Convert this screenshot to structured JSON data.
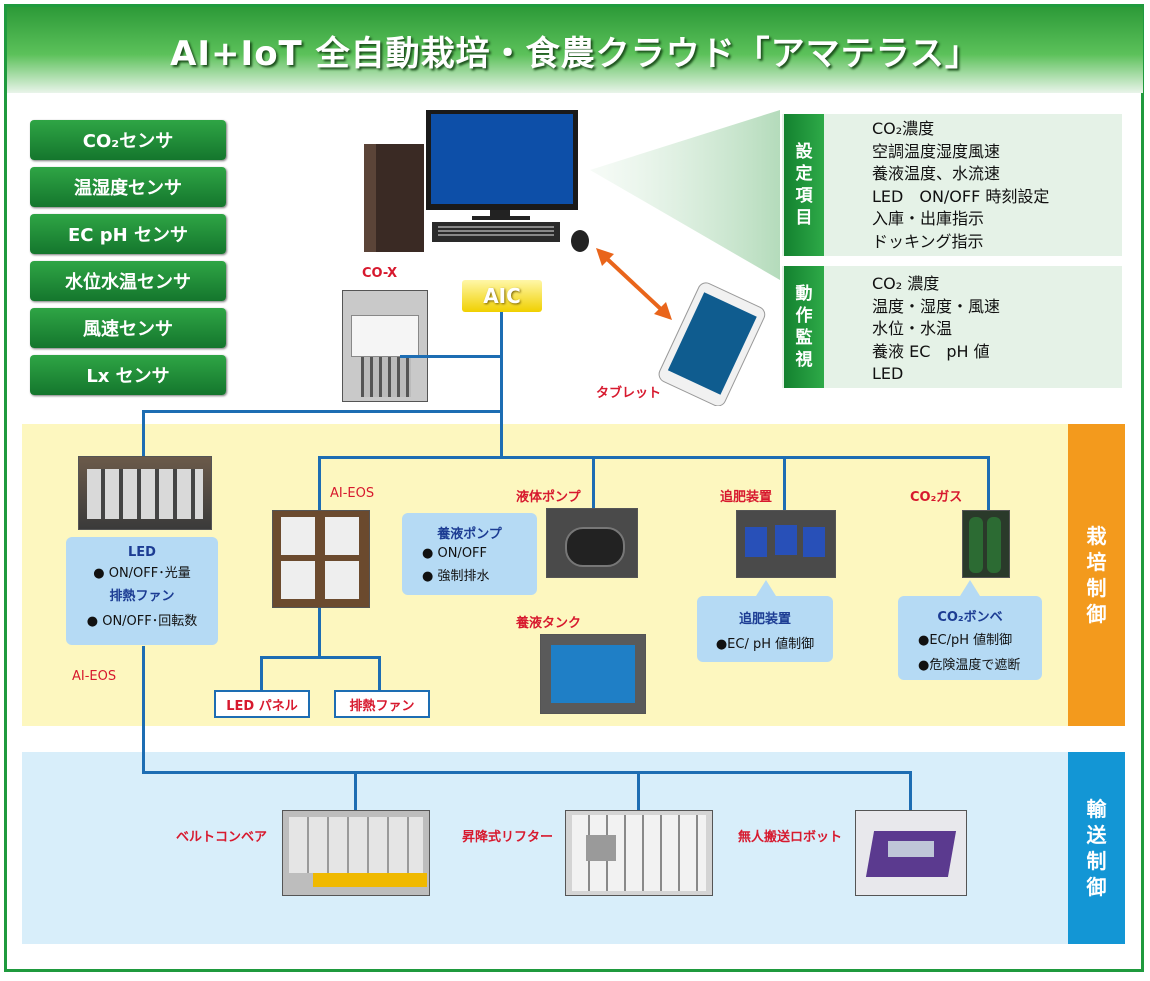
{
  "title": "AI+IoT 全自動栽培・食農クラウド「アマテラス」",
  "sensors": [
    {
      "label": "CO₂センサ"
    },
    {
      "label": "温湿度センサ"
    },
    {
      "label": "EC pH センサ"
    },
    {
      "label": "水位水温センサ"
    },
    {
      "label": "風速センサ"
    },
    {
      "label": "Lx センサ"
    }
  ],
  "settings": {
    "heading": [
      "設",
      "定",
      "項",
      "目"
    ],
    "items": [
      "CO₂濃度",
      "空調温度湿度風速",
      "養液温度、水流速",
      "LED　ON/OFF 時刻設定",
      "入庫・出庫指示",
      "ドッキング指示"
    ]
  },
  "monitoring": {
    "heading": [
      "動",
      "作",
      "監",
      "視"
    ],
    "items": [
      "CO₂ 濃度",
      "温度・湿度・風速",
      "水位・水温",
      "養液 EC　pH 値",
      "LED"
    ]
  },
  "aic": "AIC",
  "cox": "CO-X",
  "tablet": "タブレット",
  "cultivation": {
    "heading": [
      "栽",
      "培",
      "制",
      "御"
    ],
    "led_box": {
      "title1": "LED",
      "line1": "● ON/OFF･光量",
      "title2": "排熱ファン",
      "line2": "● ON/OFF･回転数"
    },
    "aieos_left": "AI-EOS",
    "aieos": "AI-EOS",
    "led_panel": "LED パネル",
    "exhaust_fan": "排熱ファン",
    "liquid_pump": "液体ポンプ",
    "pump_box": {
      "title": "養液ポンプ",
      "line1": "● ON/OFF",
      "line2": "● 強制排水"
    },
    "tank": "養液タンク",
    "fertilizer": "追肥装置",
    "fertilizer_box": {
      "title": "追肥装置",
      "line1": "●EC/ pH 値制御"
    },
    "co2gas": "CO₂ガス",
    "co2_box": {
      "title": "CO₂ボンベ",
      "line1": "●EC/pH 値制御",
      "line2": "●危険温度で遮断"
    }
  },
  "transport": {
    "heading": [
      "輸",
      "送",
      "制",
      "御"
    ],
    "belt": "ベルトコンベア",
    "lifter": "昇降式リフター",
    "robot": "無人搬送ロボット"
  },
  "colors": {
    "green": "#1f9a3e",
    "orange": "#f39a1d",
    "blue": "#1396d5",
    "line": "#1d6db3",
    "red": "#d7192e"
  }
}
